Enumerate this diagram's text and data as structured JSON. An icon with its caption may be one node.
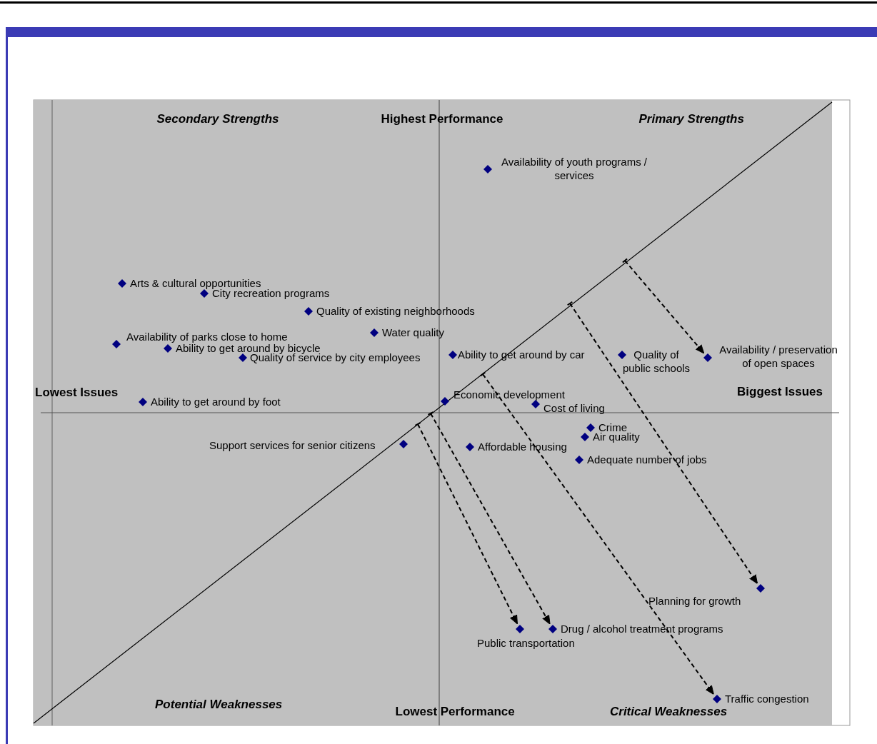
{
  "diagram": {
    "nodes": [
      {
        "text": [
          "Availability of youth programs / services"
        ]
      },
      {
        "text": [
          "Arts & cultural opportunities"
        ]
      },
      {
        "text": [
          "City recreation programs"
        ]
      },
      {
        "text": [
          "Quality of existing neighborhoods"
        ]
      },
      {
        "text": [
          "Water quality"
        ]
      },
      {
        "text": [
          "Availability of parks close to home"
        ]
      },
      {
        "text": [
          "Ability to get around by bicycle"
        ]
      },
      {
        "text": [
          "Quality of service by city employees"
        ]
      },
      {
        "text": [
          "Ability to get around by car"
        ]
      },
      {
        "text": [
          "Quality of public schools"
        ]
      },
      {
        "text": [
          "Availability / preservation of open spaces"
        ]
      },
      {
        "text": [
          "Ability to get around by foot"
        ]
      },
      {
        "text": [
          "Economic development"
        ]
      },
      {
        "text": [
          "Cost of living"
        ]
      },
      {
        "text": [
          "Crime"
        ]
      },
      {
        "text": [
          "Air quality"
        ]
      },
      {
        "text": [
          "Support services for senior citizens"
        ]
      },
      {
        "text": [
          "Affordable housing"
        ]
      },
      {
        "text": [
          "Adequate number of jobs"
        ]
      },
      {
        "text": [
          "Planning for growth"
        ]
      },
      {
        "text": [
          "Public transportation"
        ]
      },
      {
        "text": [
          "Drug / alcohol treatment programs"
        ]
      },
      {
        "text": [
          "Traffic congestion"
        ]
      }
    ],
    "edges": [
      {
        "from": null,
        "to": 10,
        "arrow": "to",
        "style": "dashed"
      },
      {
        "from": null,
        "to": 19,
        "arrow": "to",
        "style": "dashed"
      },
      {
        "from": null,
        "to": 22,
        "arrow": "to",
        "style": "dashed"
      },
      {
        "from": null,
        "to": 20,
        "arrow": "to",
        "style": "dashed"
      },
      {
        "from": null,
        "to": 21,
        "arrow": "to",
        "style": "dashed"
      }
    ],
    "labels": [
      "Secondary Strengths",
      "Highest Performance",
      "Primary Strengths",
      "Lowest Issues",
      "Biggest Issues",
      "Potential Weaknesses",
      "Lowest Performance",
      "Critical Weaknesses"
    ]
  }
}
